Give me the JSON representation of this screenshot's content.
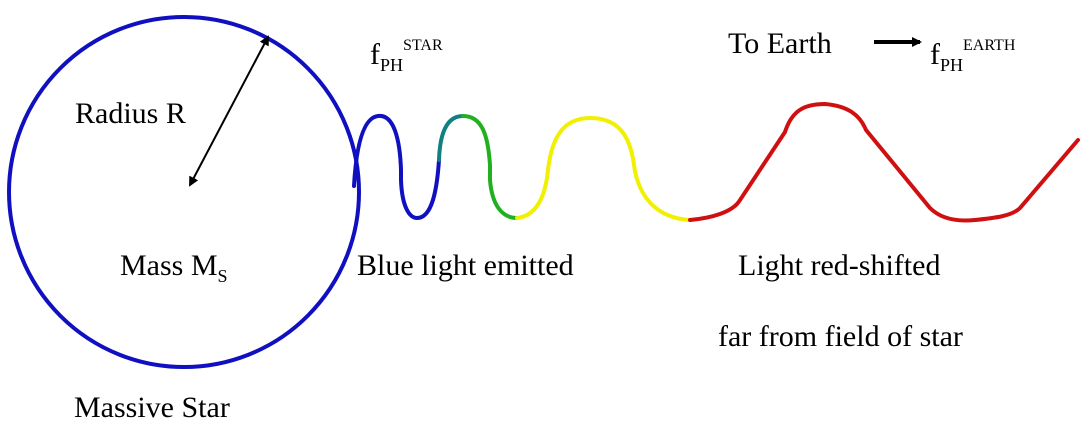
{
  "labels": {
    "radius": "Radius R",
    "mass_main": "Mass M",
    "mass_sub": "S",
    "massive_star": "Massive Star",
    "blue_light": "Blue light emitted",
    "red_shift_line1": "Light red-shifted",
    "red_shift_line2": "far from field of star",
    "to_earth": "To Earth",
    "f_star_main": "f",
    "f_star_sub": "PH",
    "f_star_sup": "STAR",
    "f_earth_main": "f",
    "f_earth_sub": "PH",
    "f_earth_sup": "EARTH"
  },
  "colors": {
    "star": "#1010c0",
    "blue": "#1010c0",
    "teal": "#108080",
    "green": "#20b020",
    "yellow": "#f0f000",
    "red": "#d01010",
    "ink": "#000000"
  }
}
